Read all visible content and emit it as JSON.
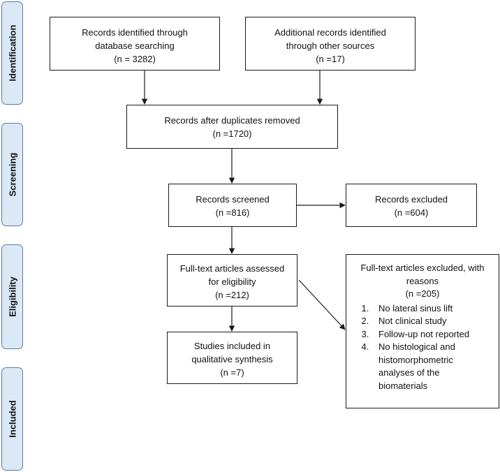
{
  "phases": {
    "identification": "Identification",
    "screening": "Screening",
    "eligibility": "Eligibility",
    "included": "Included"
  },
  "boxes": {
    "database": [
      "Records identified through",
      "database searching",
      "(n = 3282)"
    ],
    "other_sources": [
      "Additional records identified",
      "through other sources",
      "(n =17)"
    ],
    "duplicates_removed": [
      "Records after duplicates removed",
      "(n =1720)"
    ],
    "screened": [
      "Records screened",
      "(n =816)"
    ],
    "excluded": [
      "Records excluded",
      "(n =604)"
    ],
    "fulltext": [
      "Full-text articles assessed",
      "for eligibility",
      "(n =212)"
    ],
    "included": [
      "Studies included in",
      "qualitative synthesis",
      "(n =7)"
    ]
  },
  "fulltext_excluded": {
    "header": [
      "Full-text articles excluded, with",
      "reasons",
      "(n =205)"
    ],
    "reasons": [
      "No lateral sinus lift",
      "Not clinical study",
      "Follow-up not reported",
      "No histological and histomorphometric analyses of the biomaterials"
    ]
  }
}
